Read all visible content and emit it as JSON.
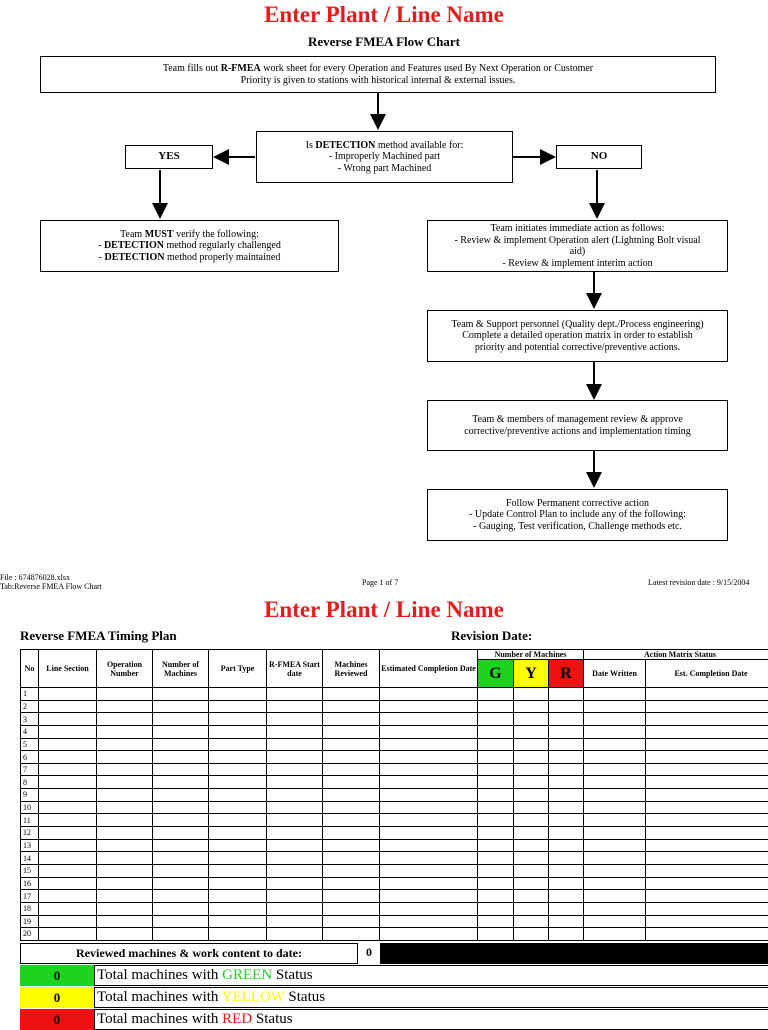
{
  "page_title": "Enter Plant / Line Name",
  "flow": {
    "subtitle": "Reverse FMEA Flow Chart",
    "top_box": {
      "line1_pre": "Team fills out ",
      "line1_bold": "R-FMEA",
      "line1_post": " work sheet for every Operation and Features used By Next Operation or Customer",
      "line2": "Priority is given to stations with historical internal & external issues."
    },
    "decision": {
      "pre": "Is ",
      "bold": "DETECTION",
      "post": " method available for:",
      "item1": "- Improperly Machined part",
      "item2": "- Wrong part Machined"
    },
    "yes_label": "YES",
    "no_label": "NO",
    "yes_box": {
      "l1_pre": "Team ",
      "l1_bold": "MUST",
      "l1_post": " verify the following:",
      "l2_pre": "- ",
      "l2_bold": "DETECTION",
      "l2_post": " method regularly challenged",
      "l3_pre": "- ",
      "l3_bold": "DETECTION",
      "l3_post": " method properly maintained"
    },
    "no_box_1": {
      "l1": "Team initiates immediate action as follows:",
      "l2": "- Review & implement Operation alert (Lightning Bolt visual",
      "l3": "aid)",
      "l4": "- Review & implement interim action"
    },
    "no_box_2": {
      "l1": "Team & Support personnel (Quality dept./Process engineering)",
      "l2": "Complete a detailed operation matrix in order to establish",
      "l3": "priority and potential corrective/preventive actions."
    },
    "no_box_3": {
      "l1": "Team & members of management review & approve",
      "l2": "corrective/preventive actions and implementation timing"
    },
    "no_box_4": {
      "l1": "Follow Permanent corrective action",
      "l2": "- Update Control Plan to include any of the following:",
      "l3": "- Gauging, Test verification, Challenge methods etc."
    }
  },
  "footer": {
    "file": "File : 674876028.xlsx",
    "tab": "Tab:Reverse FMEA Flow Chart",
    "page": "Page 1 of 7",
    "revision": "Latest revision date : 9/15/2004"
  },
  "timing": {
    "page_title": "Enter Plant / Line Name",
    "heading": "Reverse FMEA Timing Plan",
    "revision_label": "Revision Date:",
    "headers": {
      "no": "No",
      "line_section": "Line Section",
      "operation_number": "Operation Number",
      "number_of_machines": "Number of Machines",
      "part_type": "Part Type",
      "rfmea_start": "R-FMEA Start date",
      "machines_reviewed": "Machines Reviewed",
      "estimated_completion": "Estimated Completion Date",
      "num_machines_group": "Number of Machines",
      "g": "G",
      "y": "Y",
      "r": "R",
      "action_matrix": "Action Matrix Status",
      "date_written": "Date Written",
      "est_completion": "Est. Completion Date"
    },
    "row_numbers": [
      "1",
      "2",
      "3",
      "4",
      "5",
      "6",
      "7",
      "8",
      "9",
      "10",
      "11",
      "12",
      "13",
      "14",
      "15",
      "16",
      "17",
      "18",
      "19",
      "20"
    ],
    "reviewed_label": "Reviewed machines & work content to date:",
    "reviewed_value": "0",
    "summary": [
      {
        "count": "0",
        "pre": "Total machines with ",
        "status": "GREEN",
        "post": " Status",
        "color": "#1ed31e",
        "text_color": "#1ed31e"
      },
      {
        "count": "0",
        "pre": "Total machines with ",
        "status": "YELLOW",
        "post": " Status",
        "color": "#ffff00",
        "text_color": "#ffff00"
      },
      {
        "count": "0",
        "pre": "Total machines with ",
        "status": "RED",
        "post": " Status",
        "color": "#ee1111",
        "text_color": "#ee1111"
      }
    ]
  }
}
